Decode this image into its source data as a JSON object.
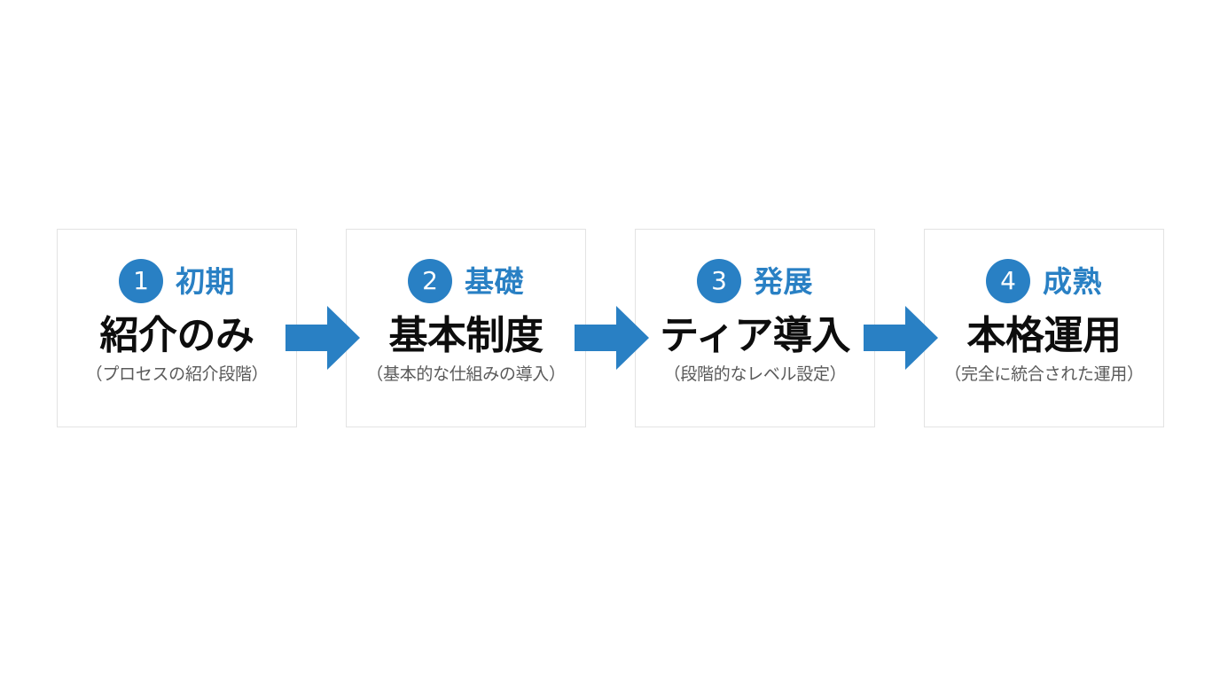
{
  "diagram": {
    "type": "horizontal-process-flow",
    "stage_count": 4,
    "colors": {
      "accent_blue": "#2980c4",
      "arrow_blue": "#2980c4",
      "title_black": "#0d0d0d",
      "subtitle_gray": "#5a5a5a",
      "card_border": "#e3e3e3",
      "background": "#ffffff"
    },
    "stages": [
      {
        "number": "1",
        "stage_label": "初期",
        "title": "紹介のみ",
        "subtitle": "（プロセスの紹介段階）"
      },
      {
        "number": "2",
        "stage_label": "基礎",
        "title": "基本制度",
        "subtitle": "（基本的な仕組みの導入）"
      },
      {
        "number": "3",
        "stage_label": "発展",
        "title": "ティア導入",
        "subtitle": "（段階的なレベル設定）"
      },
      {
        "number": "4",
        "stage_label": "成熟",
        "title": "本格運用",
        "subtitle": "（完全に統合された運用）"
      }
    ],
    "connectors": [
      {
        "icon": "right-arrow-icon",
        "from": "1",
        "to": "2"
      },
      {
        "icon": "right-arrow-icon",
        "from": "2",
        "to": "3"
      },
      {
        "icon": "right-arrow-icon",
        "from": "3",
        "to": "4"
      }
    ]
  }
}
